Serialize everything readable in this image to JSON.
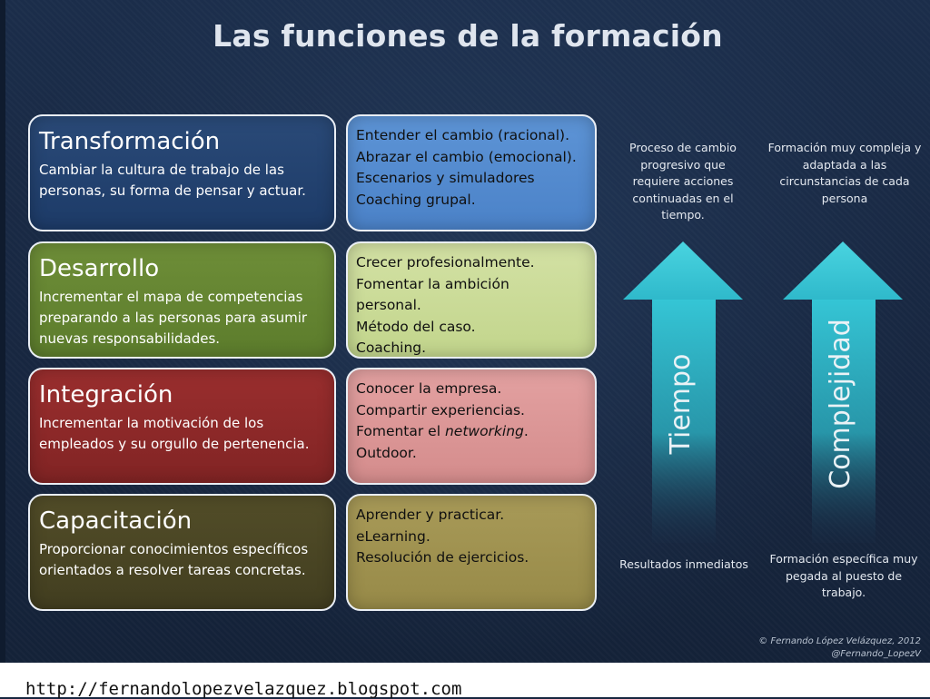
{
  "title": "Las funciones de la formación",
  "rows": [
    {
      "heading": "Transformación",
      "description": "Cambiar la cultura de trabajo de las personas, su forma de pensar y actuar.",
      "methods": [
        "Entender el cambio (racional).",
        "Abrazar el cambio (emocional).",
        "Escenarios y simuladores",
        "Coaching grupal."
      ]
    },
    {
      "heading": "Desarrollo",
      "description": "Incrementar el mapa de competencias preparando a las personas para asumir nuevas responsabilidades.",
      "methods": [
        "Crecer profesionalmente.",
        "Fomentar la ambición",
        "personal.",
        "Método del caso.",
        "Coaching."
      ]
    },
    {
      "heading": "Integración",
      "description": "Incrementar la motivación de los empleados y su orgullo de pertenencia.",
      "methods": [
        "Conocer la empresa.",
        "Compartir experiencias.",
        "Fomentar el ",
        "Outdoor."
      ],
      "methods_italic": "networking",
      "methods_after_italic": "."
    },
    {
      "heading": "Capacitación",
      "description": "Proporcionar conocimientos específicos orientados a resolver tareas concretas.",
      "methods": [
        "Aprender y practicar.",
        "eLearning.",
        "Resolución de ejercicios."
      ]
    }
  ],
  "arrows": {
    "tiempo": {
      "label": "Tiempo",
      "top_note": "Proceso de cambio progresivo que requiere acciones continuadas en el tiempo.",
      "bottom_note": "Resultados inmediatos"
    },
    "complejidad": {
      "label": "Complejidad",
      "top_note": "Formación muy compleja y adaptada a las circunstancias de cada persona",
      "bottom_note": "Formación específica muy pegada al puesto de trabajo."
    },
    "color": "#34c4d4"
  },
  "copyright": {
    "line1": "© Fernando López Velázquez, 2012",
    "line2": "@Fernando_LopezV"
  },
  "footer_url": "http://fernandolopezvelazquez.blogspot.com"
}
